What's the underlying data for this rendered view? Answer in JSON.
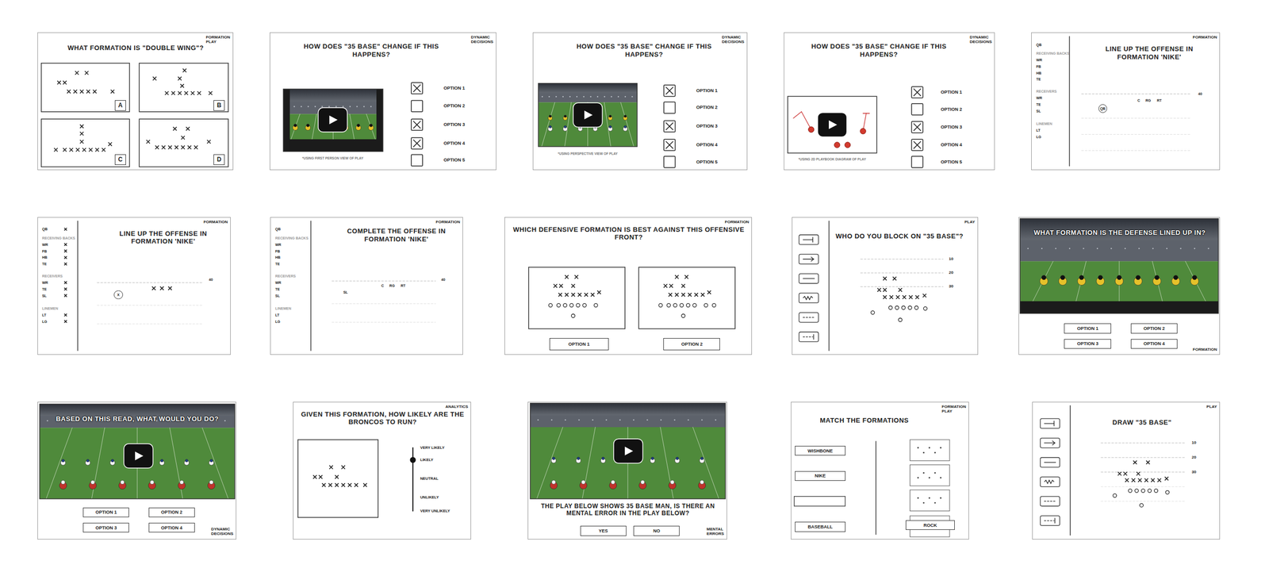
{
  "diagram": {
    "nodes": [
      {
        "text": [
          "WHAT FORMATION IS \"DOUBLE WING\"?",
          "FORMATION PLAY"
        ]
      },
      {
        "text": [
          "A"
        ],
        "in": 0
      },
      {
        "text": [
          "B"
        ],
        "in": 0
      },
      {
        "text": [
          "C"
        ],
        "in": 0
      },
      {
        "text": [
          "D"
        ],
        "in": 0
      },
      {
        "text": [
          "HOW DOES \"35 BASE\" CHANGE IF THIS HAPPENS?",
          "DYNAMIC DECISIONS"
        ]
      },
      {
        "text": [
          "HOW DOES \"35 BASE\" CHANGE IF THIS HAPPENS?",
          "DYNAMIC DECISIONS"
        ]
      },
      {
        "text": [
          "HOW DOES \"35 BASE\" CHANGE IF THIS HAPPENS?",
          "DYNAMIC DECISIONS"
        ]
      },
      {
        "text": [
          "LINE UP THE OFFENSE IN FORMATION 'NIKE'",
          "FORMATION"
        ]
      },
      {
        "text": [
          "QB"
        ],
        "in": 8
      },
      {
        "text": [
          "LINE UP THE OFFENSE IN FORMATION 'NIKE'",
          "FORMATION"
        ]
      },
      {
        "text": [
          "X"
        ],
        "in": 10
      },
      {
        "text": [
          "COMPLETE THE OFFENSE IN FORMATION 'NIKE'",
          "FORMATION"
        ]
      },
      {
        "text": [
          "WHICH DEFENSIVE FORMATION IS BEST AGAINST THIS OFFENSIVE FRONT?",
          "FORMATION"
        ]
      },
      {
        "text": [
          "OPTION 1"
        ],
        "in": 13
      },
      {
        "text": [
          "OPTION 2"
        ],
        "in": 13
      },
      {
        "text": [
          "WHO DO YOU BLOCK ON \"35 BASE\"?",
          "PLAY"
        ]
      },
      {
        "text": [
          "WHAT FORMATION IS THE DEFENSE LINED UP IN?",
          "FORMATION"
        ]
      },
      {
        "text": [
          "OPTION 1"
        ],
        "in": 17
      },
      {
        "text": [
          "OPTION 2"
        ],
        "in": 17
      },
      {
        "text": [
          "OPTION 3"
        ],
        "in": 17
      },
      {
        "text": [
          "OPTION 4"
        ],
        "in": 17
      },
      {
        "text": [
          "BASED ON THIS READ, WHAT WOULD YOU DO?",
          "DYNAMIC DECISIONS"
        ]
      },
      {
        "text": [
          "OPTION 1"
        ],
        "in": 22
      },
      {
        "text": [
          "OPTION 2"
        ],
        "in": 22
      },
      {
        "text": [
          "OPTION 3"
        ],
        "in": 22
      },
      {
        "text": [
          "OPTION 4"
        ],
        "in": 22
      },
      {
        "text": [
          "GIVEN THIS FORMATION, HOW LIKELY ARE THE BRONCOS TO RUN?",
          "ANALYTICS"
        ]
      },
      {
        "text": [
          "THE PLAY BELOW SHOWS 35 BASE MAN, IS THERE AN MENTAL ERROR IN THE PLAY BELOW?",
          "MENTAL ERRORS"
        ]
      },
      {
        "text": [
          "YES"
        ],
        "in": 28
      },
      {
        "text": [
          "NO"
        ],
        "in": 28
      },
      {
        "text": [
          "MATCH THE FORMATIONS",
          "FORMATION PLAY"
        ]
      },
      {
        "text": [
          "WISHBONE"
        ],
        "in": 31
      },
      {
        "text": [
          "NIKE"
        ],
        "in": 31
      },
      {
        "text": [
          "BASEBALL"
        ],
        "in": 31
      },
      {
        "text": [
          "ROCK"
        ],
        "in": 31
      },
      {
        "text": [
          "DRAW \"35 BASE\"",
          "PLAY"
        ]
      }
    ],
    "labels": [
      "OPTION 1",
      "OPTION 2",
      "OPTION 3",
      "OPTION 4",
      "OPTION 5",
      "*USING FIRST PERSON VIEW OF PLAY",
      "OPTION 1",
      "OPTION 2",
      "OPTION 3",
      "OPTION 4",
      "OPTION 5",
      "*USING PERSPECTIVE VIEW OF PLAY",
      "OPTION 1",
      "OPTION 2",
      "OPTION 3",
      "OPTION 4",
      "OPTION 5",
      "*USING 2D PLAYBOOK DIAGRAM OF PLAY",
      "QB",
      "RECEIVING BACKS",
      "WR",
      "FB",
      "HB",
      "TE",
      "RECEIVERS",
      "WR",
      "TE",
      "SL",
      "LINEMEN",
      "LT",
      "LG",
      "C",
      "RG",
      "RT",
      "40",
      "QB",
      "RECEIVING BACKS",
      "WR",
      "FB",
      "HB",
      "TE",
      "RECEIVERS",
      "WR",
      "TE",
      "SL",
      "LINEMEN",
      "LT",
      "LG",
      "40",
      "QB",
      "RECEIVING BACKS",
      "WR",
      "FB",
      "HB",
      "TE",
      "RECEIVERS",
      "WR",
      "TE",
      "SL",
      "LINEMEN",
      "LT",
      "LG",
      "SL",
      "C",
      "RG",
      "RT",
      "40",
      "10",
      "20",
      "30",
      "VERY LIKELY",
      "LIKELY",
      "NEUTRAL",
      "UNLIKELY",
      "VERY UNLIKELY",
      "10",
      "20",
      "30"
    ]
  }
}
